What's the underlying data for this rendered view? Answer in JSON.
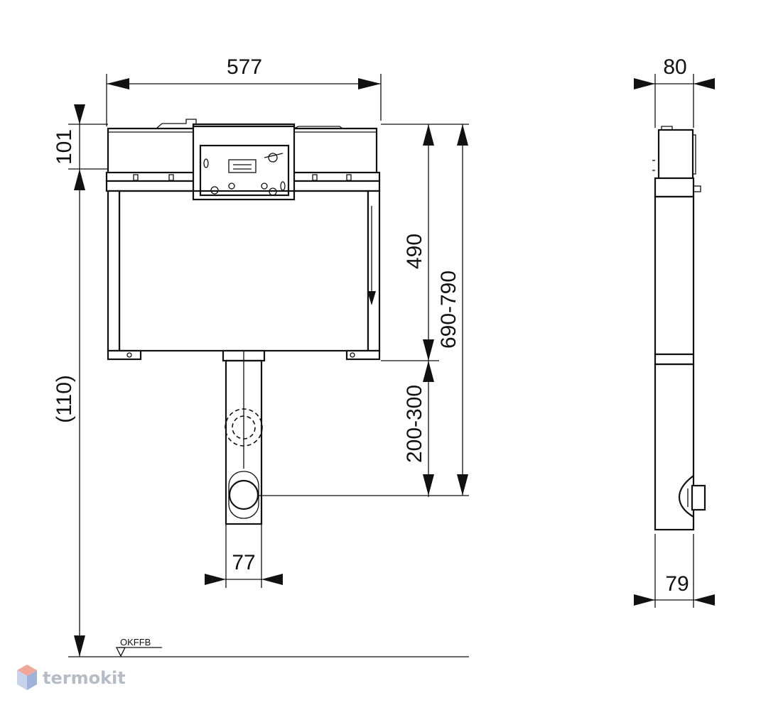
{
  "dimensions": {
    "width_top": "577",
    "top_section": "101",
    "overall_height": "(110)",
    "tank_height": "490",
    "total_range": "690-790",
    "outlet_range": "200-300",
    "pipe_width": "77",
    "side_depth_top": "80",
    "side_depth_bottom": "79"
  },
  "floor_label": "OKFFB",
  "watermark": {
    "brand": "termokit",
    "color": "#b5bcc6",
    "icon": "cube-logo-icon"
  }
}
